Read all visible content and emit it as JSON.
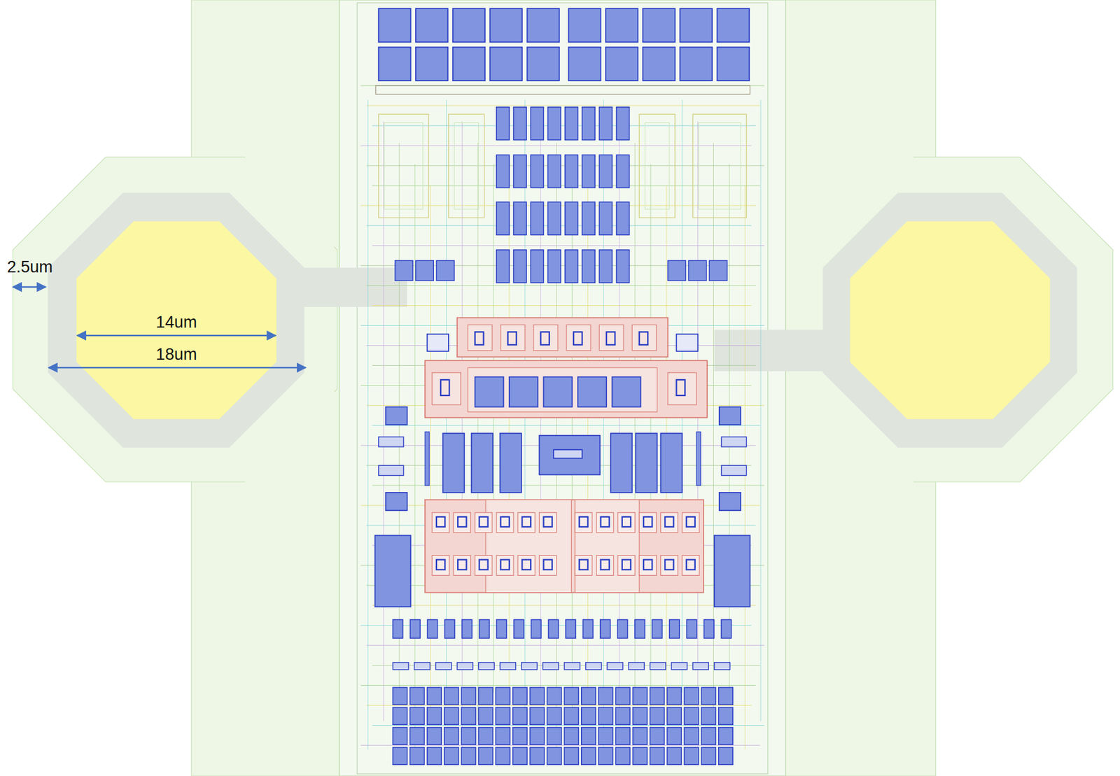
{
  "diagram": {
    "labels": [
      "2.5um",
      "14um",
      "18um"
    ]
  }
}
